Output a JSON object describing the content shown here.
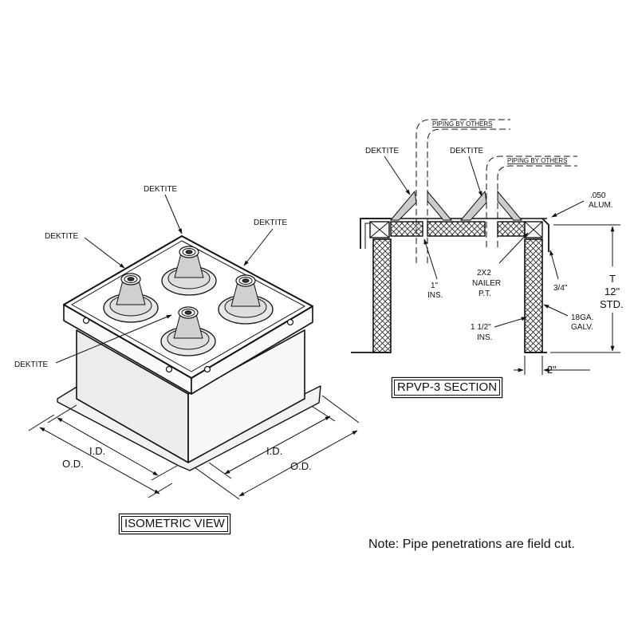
{
  "isometric": {
    "title": "ISOMETRIC VIEW",
    "labels": {
      "dektite_top": "DEKTITE",
      "dektite_left": "DEKTITE",
      "dektite_right": "DEKTITE",
      "dektite_bottom": "DEKTITE",
      "id_left": "I.D.",
      "od_left": "O.D.",
      "id_right": "I.D.",
      "od_right": "O.D."
    }
  },
  "section": {
    "title": "RPVP-3 SECTION",
    "labels": {
      "piping_1": "PIPING BY OTHERS",
      "piping_2": "PIPING BY OTHERS",
      "dektite_1": "DEKTITE",
      "dektite_2": "DEKTITE",
      "alum_1": ".050",
      "alum_2": "ALUM.",
      "ins1_1": "1\"",
      "ins1_2": "INS.",
      "nailer_1": "2X2",
      "nailer_2": "NAILER",
      "nailer_3": "P.T.",
      "three_quarter": "3/4\"",
      "t": "T",
      "t_12": "12\"",
      "t_std": "STD.",
      "galv_1": "18GA.",
      "galv_2": "GALV.",
      "ins15_1": "1 1/2\"",
      "ins15_2": "INS.",
      "two_inch": "2\""
    }
  },
  "note": "Note:  Pipe penetrations are field cut."
}
